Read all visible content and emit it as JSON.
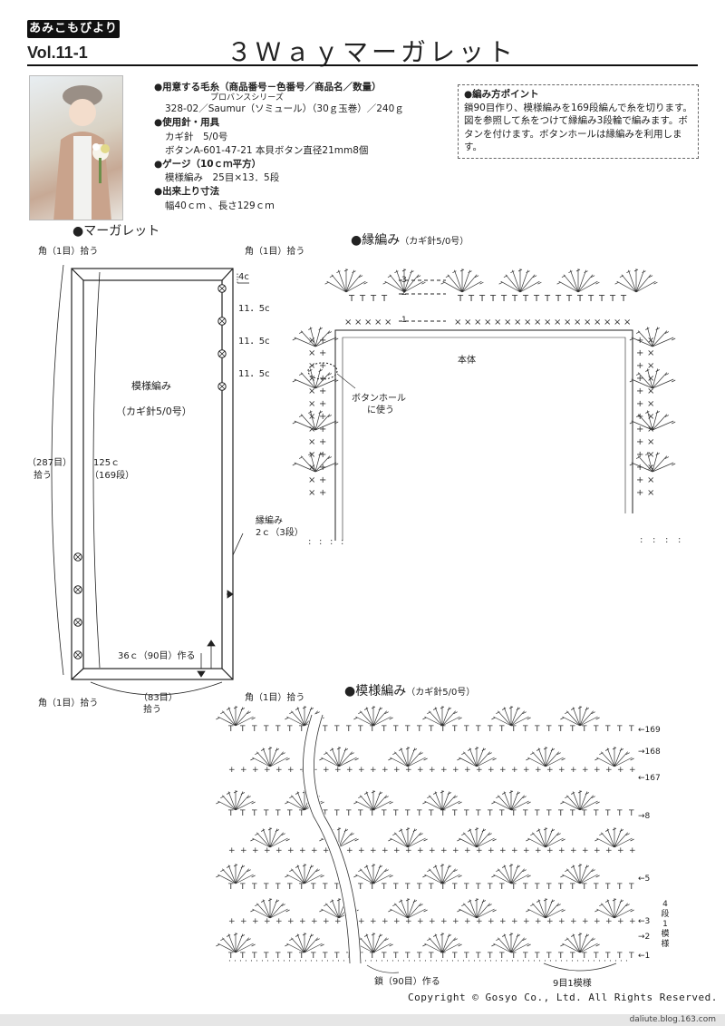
{
  "header": {
    "badge": "あみこもびより",
    "vol": "Vol.11-1",
    "title": "３Ｗａｙマーガレット"
  },
  "materials": {
    "yarn_heading": "●用意する毛糸（商品番号－色番号／商品名／数量）",
    "series": "プロバンスシリーズ",
    "yarn_line": "328-02／Saumur（ソミュール）（30ｇ玉巻）／240ｇ",
    "tools_heading": "●使用針・用具",
    "hook": "カギ針　5/0号",
    "button": "ボタンA-601-47-21  本貝ボタン直径21mm8個",
    "gauge_heading": "●ゲージ（10ｃｍ平方）",
    "gauge": "模様編み　25目×13．5段",
    "size_heading": "●出来上り寸法",
    "size": "幅40ｃｍ 、長さ129ｃｍ"
  },
  "points": {
    "heading": "●編み方ポイント",
    "text": "鎖90目作り、模様編みを169段編んで糸を切ります。図を参照して糸をつけて縁編み3段輪で編みます。ボタンを付けます。ボタンホールは縁編みを利用します。"
  },
  "margaret": {
    "heading": "●マーガレット",
    "corner_tl": "角（1目）拾う",
    "corner_tr": "角（1目）拾う",
    "corner_bl": "角（1目）拾う",
    "corner_br": "角（1目）拾う",
    "m_top": "4c",
    "m_1": "11．5c",
    "m_2": "11．5c",
    "m_3": "11．5c",
    "pattern": "模様編み",
    "hook": "（カギ針5/0号）",
    "pick_left_1": "（287目）",
    "pick_left_2": "拾う",
    "len_1": "125ｃ",
    "len_2": "（169段）",
    "edge_1": "縁編み",
    "edge_2": "2ｃ（3段）",
    "width": "36ｃ（90目）作る",
    "pick_bottom_1": "（83目）",
    "pick_bottom_2": "拾う"
  },
  "edging": {
    "heading": "●縁編み",
    "hook": "（カギ針5/0号）",
    "row3": "3",
    "row2": "2",
    "row1": "1",
    "body": "本体",
    "buttonhole_1": "ボタンホール",
    "buttonhole_2": "に使う"
  },
  "pattern_chart": {
    "heading": "●模様編み",
    "hook": "（カギ針5/0号）",
    "r169": "←169",
    "r168": "→168",
    "r167": "←167",
    "r8": "→8",
    "r5": "←5",
    "r3": "←3",
    "r2": "→2",
    "r1": "←1",
    "repeat_rows": [
      "4",
      "段",
      "1",
      "模",
      "様"
    ],
    "chain": "鎖（90目）作る",
    "repeat_sts": "9目1模様"
  },
  "footer": {
    "copyright": "Copyright © Gosyo Co., Ltd. All Rights Reserved.",
    "site": "daliute.blog.163.com"
  }
}
